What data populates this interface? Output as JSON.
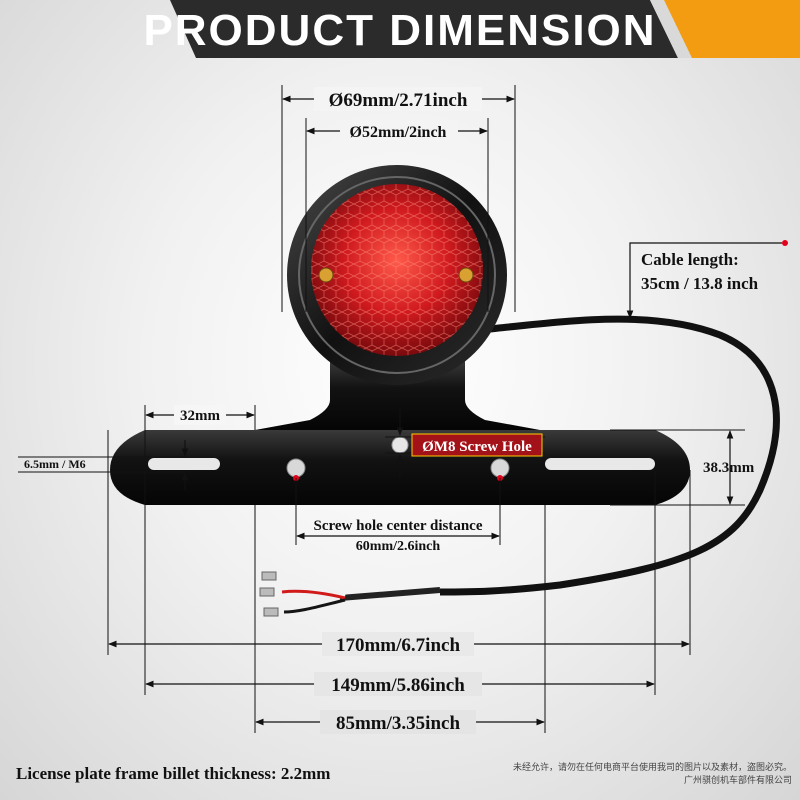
{
  "header": {
    "title": "PRODUCT DIMENSION"
  },
  "dimensions": {
    "outer_diameter": "Ø69mm/2.71inch",
    "lens_diameter": "Ø52mm/2inch",
    "slot_length": "32mm",
    "slot_width": "6.5mm / M6",
    "screw_hole": "ØM8 Screw Hole",
    "bracket_height": "38.3mm",
    "screw_center_title": "Screw hole center distance",
    "screw_center_value": "60mm/2.6inch",
    "total_length": "170mm/6.7inch",
    "slot_outer_distance": "149mm/5.86inch",
    "mount_width": "85mm/3.35inch"
  },
  "cable": {
    "line1": "Cable length:",
    "line2": "35cm / 13.8 inch"
  },
  "footer": {
    "thickness": "License plate frame billet thickness: 2.2mm",
    "notice_line1": "未经允许，请勿在任何电商平台使用我司的图片以及素材，盗图必究。",
    "notice_line2": "广州骐创机车部件有限公司"
  },
  "colors": {
    "banner": "#2b2b2b",
    "accent": "#f39c12",
    "lens": "#c0141a",
    "marker": "#e3001b",
    "screw_label_bg": "#a31218"
  }
}
